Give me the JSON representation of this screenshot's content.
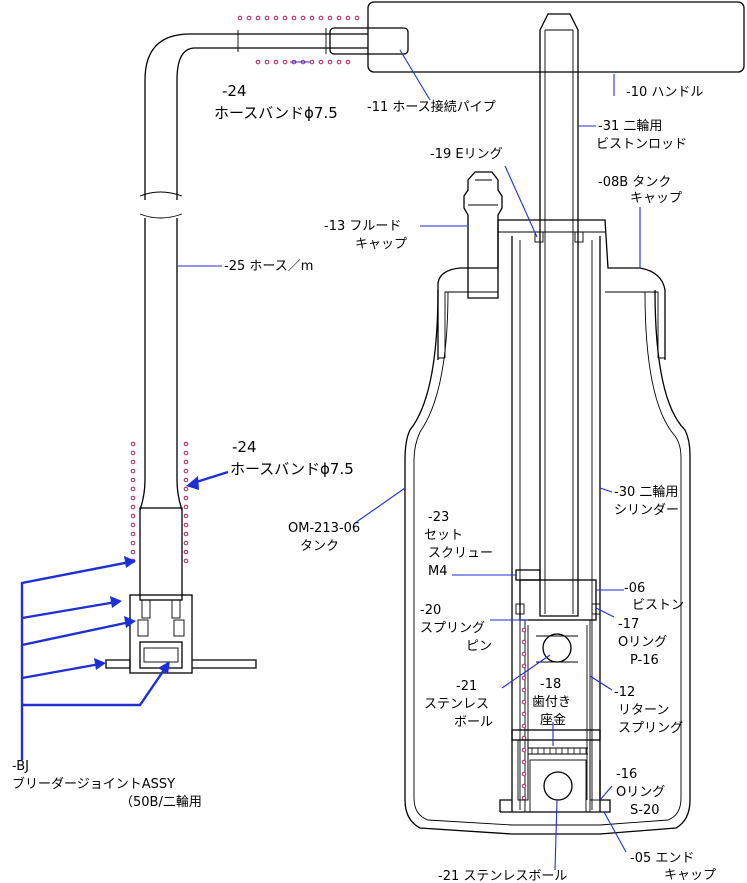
{
  "labels": {
    "handle": "-10 ハンドル",
    "hose_pipe": "-11 ホース接続パイプ",
    "hoseband_top_1": "-24",
    "hoseband_top_2": "ホースバンドϕ7.5",
    "piston_rod_1": "-31 二輪用",
    "piston_rod_2": "ビストンロッド",
    "e_ring": "-19 Eリング",
    "fluid_cap_1": "-13 フルード",
    "fluid_cap_2": "キャップ",
    "tank_cap_1": "-08B タンク",
    "tank_cap_2": "キャップ",
    "hose": "-25 ホース／m",
    "hoseband_mid_1": "-24",
    "hoseband_mid_2": "ホースバンドϕ7.5",
    "tank_1": "OM-213-06",
    "tank_2": "タンク",
    "cylinder_1": "-30 二輪用",
    "cylinder_2": "シリンダー",
    "set_screw_1": "-23",
    "set_screw_2": "セット",
    "set_screw_3": "スクリュー",
    "set_screw_4": "M4",
    "piston_1": "-06",
    "piston_2": "ビストン",
    "spring_pin_1": "-20",
    "spring_pin_2": "スプリング",
    "spring_pin_3": "ピン",
    "oring_p16_1": "-17",
    "oring_p16_2": "Oリング",
    "oring_p16_3": "P-16",
    "ball_1": "-21",
    "ball_2": "ステンレス",
    "ball_3": "ボール",
    "washer_1": "-18",
    "washer_2": "歯付き",
    "washer_3": "座金",
    "return_spring_1": "-12",
    "return_spring_2": "リターン",
    "return_spring_3": "スプリング",
    "oring_s20_1": "-16",
    "oring_s20_2": "Oリング",
    "oring_s20_3": "S-20",
    "bj_1": "-BJ",
    "bj_2": "ブリーダージョイントASSY",
    "bj_3": "（50B/二輪用",
    "ball_bottom": "-21 ステンレスボール",
    "end_cap_1": "-05 エンド",
    "end_cap_2": "キャップ"
  },
  "colors": {
    "outline": "#000000",
    "leader": "#1f2fd6",
    "hoseband_dots": "#b02060"
  }
}
